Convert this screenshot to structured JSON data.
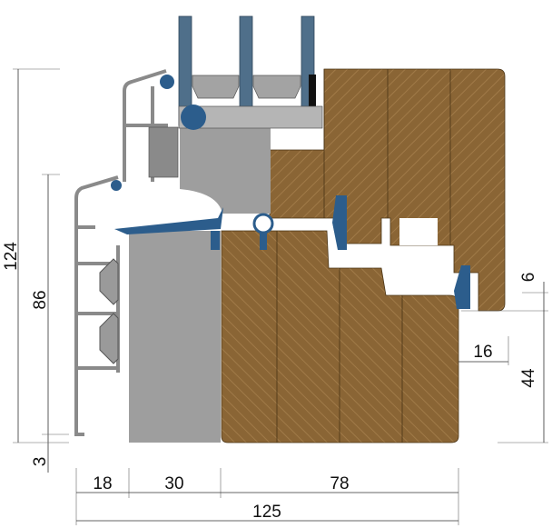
{
  "colors": {
    "wood": "#8a6535",
    "wood_line": "#4a3415",
    "aluminium": "#a3a3a3",
    "aluminium_dark": "#6e6e6e",
    "gasket": "#2c5d8c",
    "glass": "#4f6f8a",
    "insulation": "#9e9e9e"
  },
  "dimensions": {
    "total_height": "124",
    "frame_height": "86",
    "bottom_offset": "3",
    "sash_overlap": "6",
    "frame_lower": "44",
    "step_width": "16",
    "cladding_width": "18",
    "insulation_width": "30",
    "wood_width": "78",
    "total_width": "125"
  }
}
